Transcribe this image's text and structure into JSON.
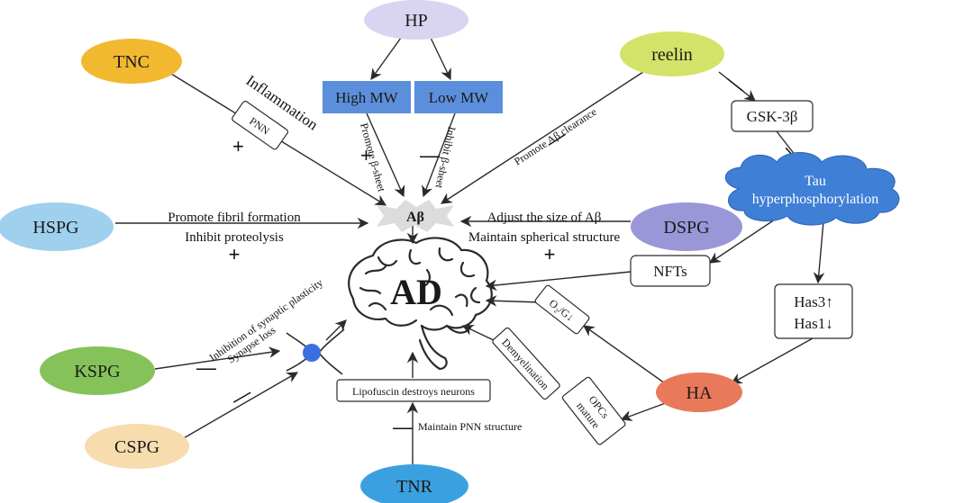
{
  "nodes": {
    "hp": "HP",
    "high_mw": "High MW",
    "low_mw": "Low MW",
    "tnc": "TNC",
    "reelin": "reelin",
    "gsk3b": "GSK-3β",
    "tau_line1": "Tau",
    "tau_line2": "hyperphosphorylation",
    "hspg": "HSPG",
    "dspg": "DSPG",
    "abeta": "Aβ",
    "ad": "AD",
    "nfts": "NFTs",
    "has3": "Has3↑",
    "has1": "Has1↓",
    "ha": "HA",
    "kspg": "KSPG",
    "cspg": "CSPG",
    "tnr": "TNR",
    "pnn": "PNN",
    "lipofuscin": "Lipofuscin destroys neurons",
    "o2g": "O₂/G↓",
    "demyelination": "Demyelination",
    "opcs_line1": "OPCs",
    "opcs_line2": "mature"
  },
  "labels": {
    "inflammation": "Inflammation",
    "promote_beta_sheet": "Promote β-sheet",
    "inhibit_beta_sheet": "Inhibit β-sheet",
    "promote_clearance": "Promote Aβ clearance",
    "promote_fibril": "Promote fibril formation",
    "inhibit_proteolysis": "Inhibit proteolysis",
    "adjust_size": "Adjust the size of Aβ",
    "maintain_spherical": "Maintain spherical structure",
    "inhibition_synaptic": "Inhibition of synaptic plasticity",
    "synapse_loss": "Synapse loss",
    "maintain_pnn": "Maintain PNN structure"
  },
  "signs": {
    "plus": "+",
    "minus": "—"
  },
  "colors": {
    "hp": "#d9d4ef",
    "mw_box": "#5b8fdb",
    "tnc": "#f2b830",
    "reelin": "#d3e36a",
    "tau_cloud": "#3f7fd6",
    "hspg": "#9fd0ee",
    "dspg": "#9a97d8",
    "ha": "#e8795a",
    "kspg": "#86c25a",
    "cspg": "#f7dcae",
    "tnr": "#3ba0e0",
    "neuron_dot": "#3b6fe0"
  }
}
